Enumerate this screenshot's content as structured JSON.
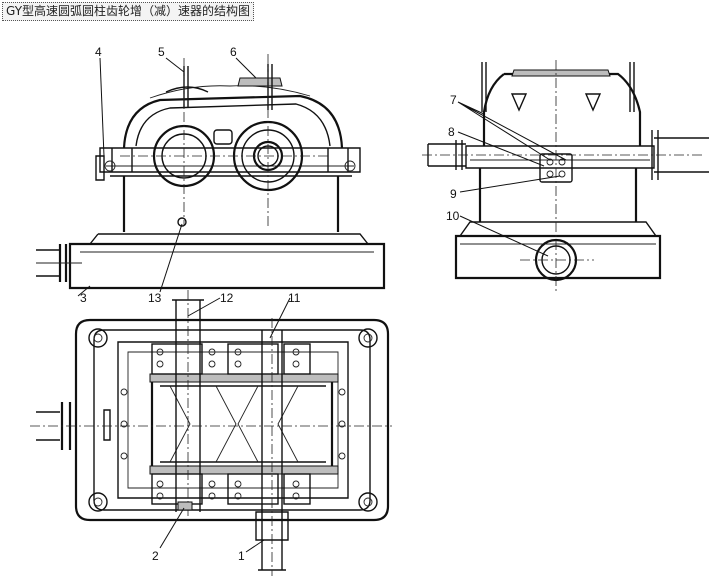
{
  "title": "GY型高速圆弧圆柱齿轮增（减）速器的结构图",
  "labels": {
    "l1": "1",
    "l2": "2",
    "l3": "3",
    "l4": "4",
    "l5": "5",
    "l6": "6",
    "l7": "7",
    "l8": "8",
    "l9": "9",
    "l10": "10",
    "l11": "11",
    "l12": "12",
    "l13": "13"
  }
}
